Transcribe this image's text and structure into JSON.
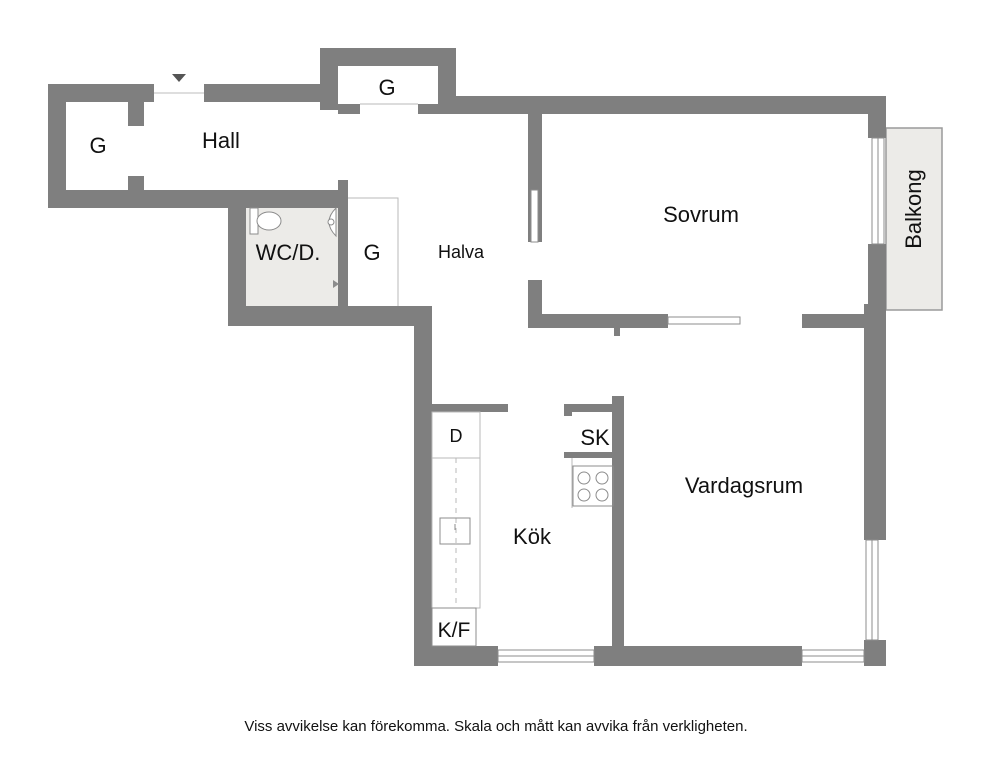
{
  "colors": {
    "wall": "#7f7f7f",
    "wet_room_floor": "#ecebe8",
    "fixture_line": "#b8b8b8",
    "background": "#ffffff"
  },
  "rooms": {
    "storage_left": "G",
    "hall": "Hall",
    "storage_top": "G",
    "bedroom": "Sovrum",
    "balcony": "Balkong",
    "wc": "WC/D.",
    "storage_mid": "G",
    "half_room": "Halva",
    "dishwasher": "D",
    "cabinet": "SK",
    "kitchen": "Kök",
    "living_room": "Vardagsrum",
    "fridge_freezer": "K/F"
  },
  "disclaimer": "Viss avvikelse kan förekomma. Skala och mått kan avvika från verkligheten."
}
